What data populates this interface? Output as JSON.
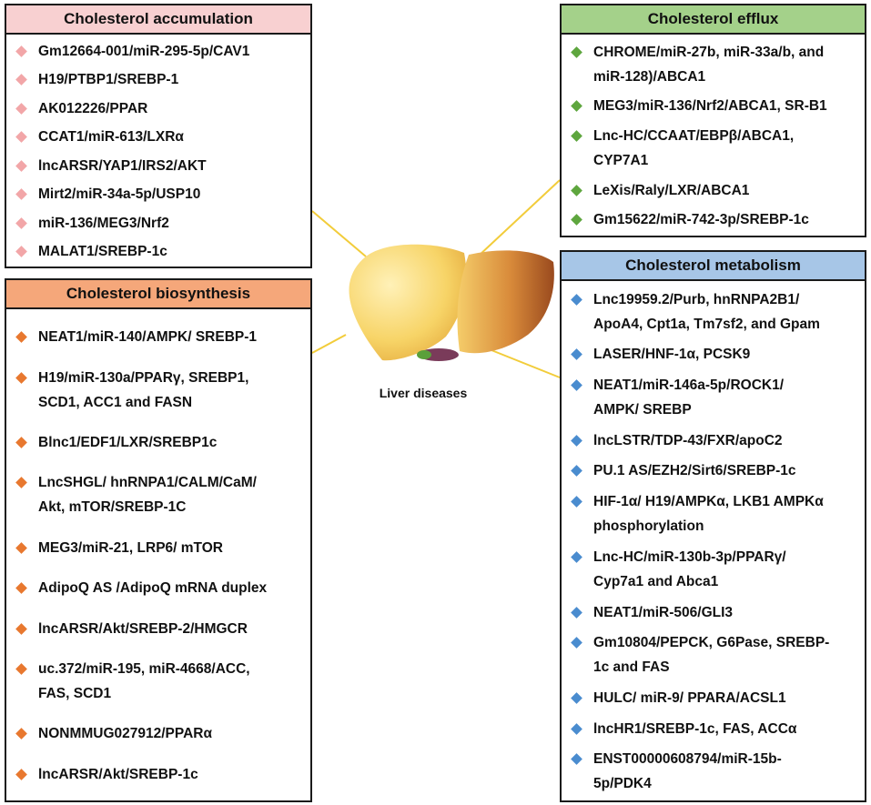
{
  "colors": {
    "accumulation_header": "#f8d0d1",
    "accumulation_bullet": "#f2a6a8",
    "biosynthesis_header": "#f5a77a",
    "biosynthesis_bullet": "#e8782f",
    "efflux_header": "#a4d18a",
    "efflux_bullet": "#5ea63e",
    "metabolism_header": "#a7c6e7",
    "metabolism_bullet": "#4a8ccf",
    "connector": "#f2cc3a"
  },
  "liver": {
    "label": "Liver diseases"
  },
  "accumulation": {
    "title": "Cholesterol accumulation",
    "items": [
      "Gm12664-001/miR-295-5p/CAV1",
      "H19/PTBP1/SREBP-1",
      "AK012226/PPAR",
      "CCAT1/miR-613/LXRα",
      "lncARSR/YAP1/IRS2/AKT",
      "Mirt2/miR-34a-5p/USP10",
      "miR-136/MEG3/Nrf2",
      "MALAT1/SREBP-1c"
    ]
  },
  "biosynthesis": {
    "title": "Cholesterol biosynthesis",
    "items": [
      "NEAT1/miR-140/AMPK/ SREBP-1",
      "H19/miR-130a/PPARγ, SREBP1,\nSCD1, ACC1 and FASN",
      "Blnc1/EDF1/LXR/SREBP1c",
      "LncSHGL/ hnRNPA1/CALM/CaM/\nAkt, mTOR/SREBP-1C",
      "MEG3/miR-21, LRP6/ mTOR",
      "AdipoQ AS /AdipoQ mRNA duplex",
      "lncARSR/Akt/SREBP-2/HMGCR",
      "uc.372/miR-195, miR-4668/ACC,\nFAS, SCD1",
      "NONMMUG027912/PPARα",
      "lncARSR/Akt/SREBP-1c"
    ]
  },
  "efflux": {
    "title": "Cholesterol efflux",
    "items": [
      "CHROME/miR-27b, miR-33a/b, and\nmiR-128)/ABCA1",
      "MEG3/miR-136/Nrf2/ABCA1, SR-B1",
      " Lnc-HC/CCAAT/EBPβ/ABCA1,\nCYP7A1",
      "LeXis/Raly/LXR/ABCA1",
      "Gm15622/miR-742-3p/SREBP-1c"
    ]
  },
  "metabolism": {
    "title": "Cholesterol metabolism",
    "items": [
      "Lnc19959.2/Purb, hnRNPA2B1/\nApoA4, Cpt1a, Tm7sf2, and Gpam",
      "LASER/HNF-1α, PCSK9",
      "NEAT1/miR-146a-5p/ROCK1/\nAMPK/ SREBP",
      "lncLSTR/TDP-43/FXR/apoC2",
      "PU.1 AS/EZH2/Sirt6/SREBP-1c",
      "HIF-1α/ H19/AMPKα, LKB1 AMPKα\nphosphorylation",
      "Lnc-HC/miR-130b-3p/PPARγ/\nCyp7a1 and Abca1",
      "NEAT1/miR-506/GLI3",
      "Gm10804/PEPCK, G6Pase, SREBP-\n1c and FAS",
      "HULC/ miR-9/ PPARA/ACSL1",
      "lncHR1/SREBP-1c, FAS, ACCα",
      "ENST00000608794/miR-15b-\n5p/PDK4"
    ]
  }
}
